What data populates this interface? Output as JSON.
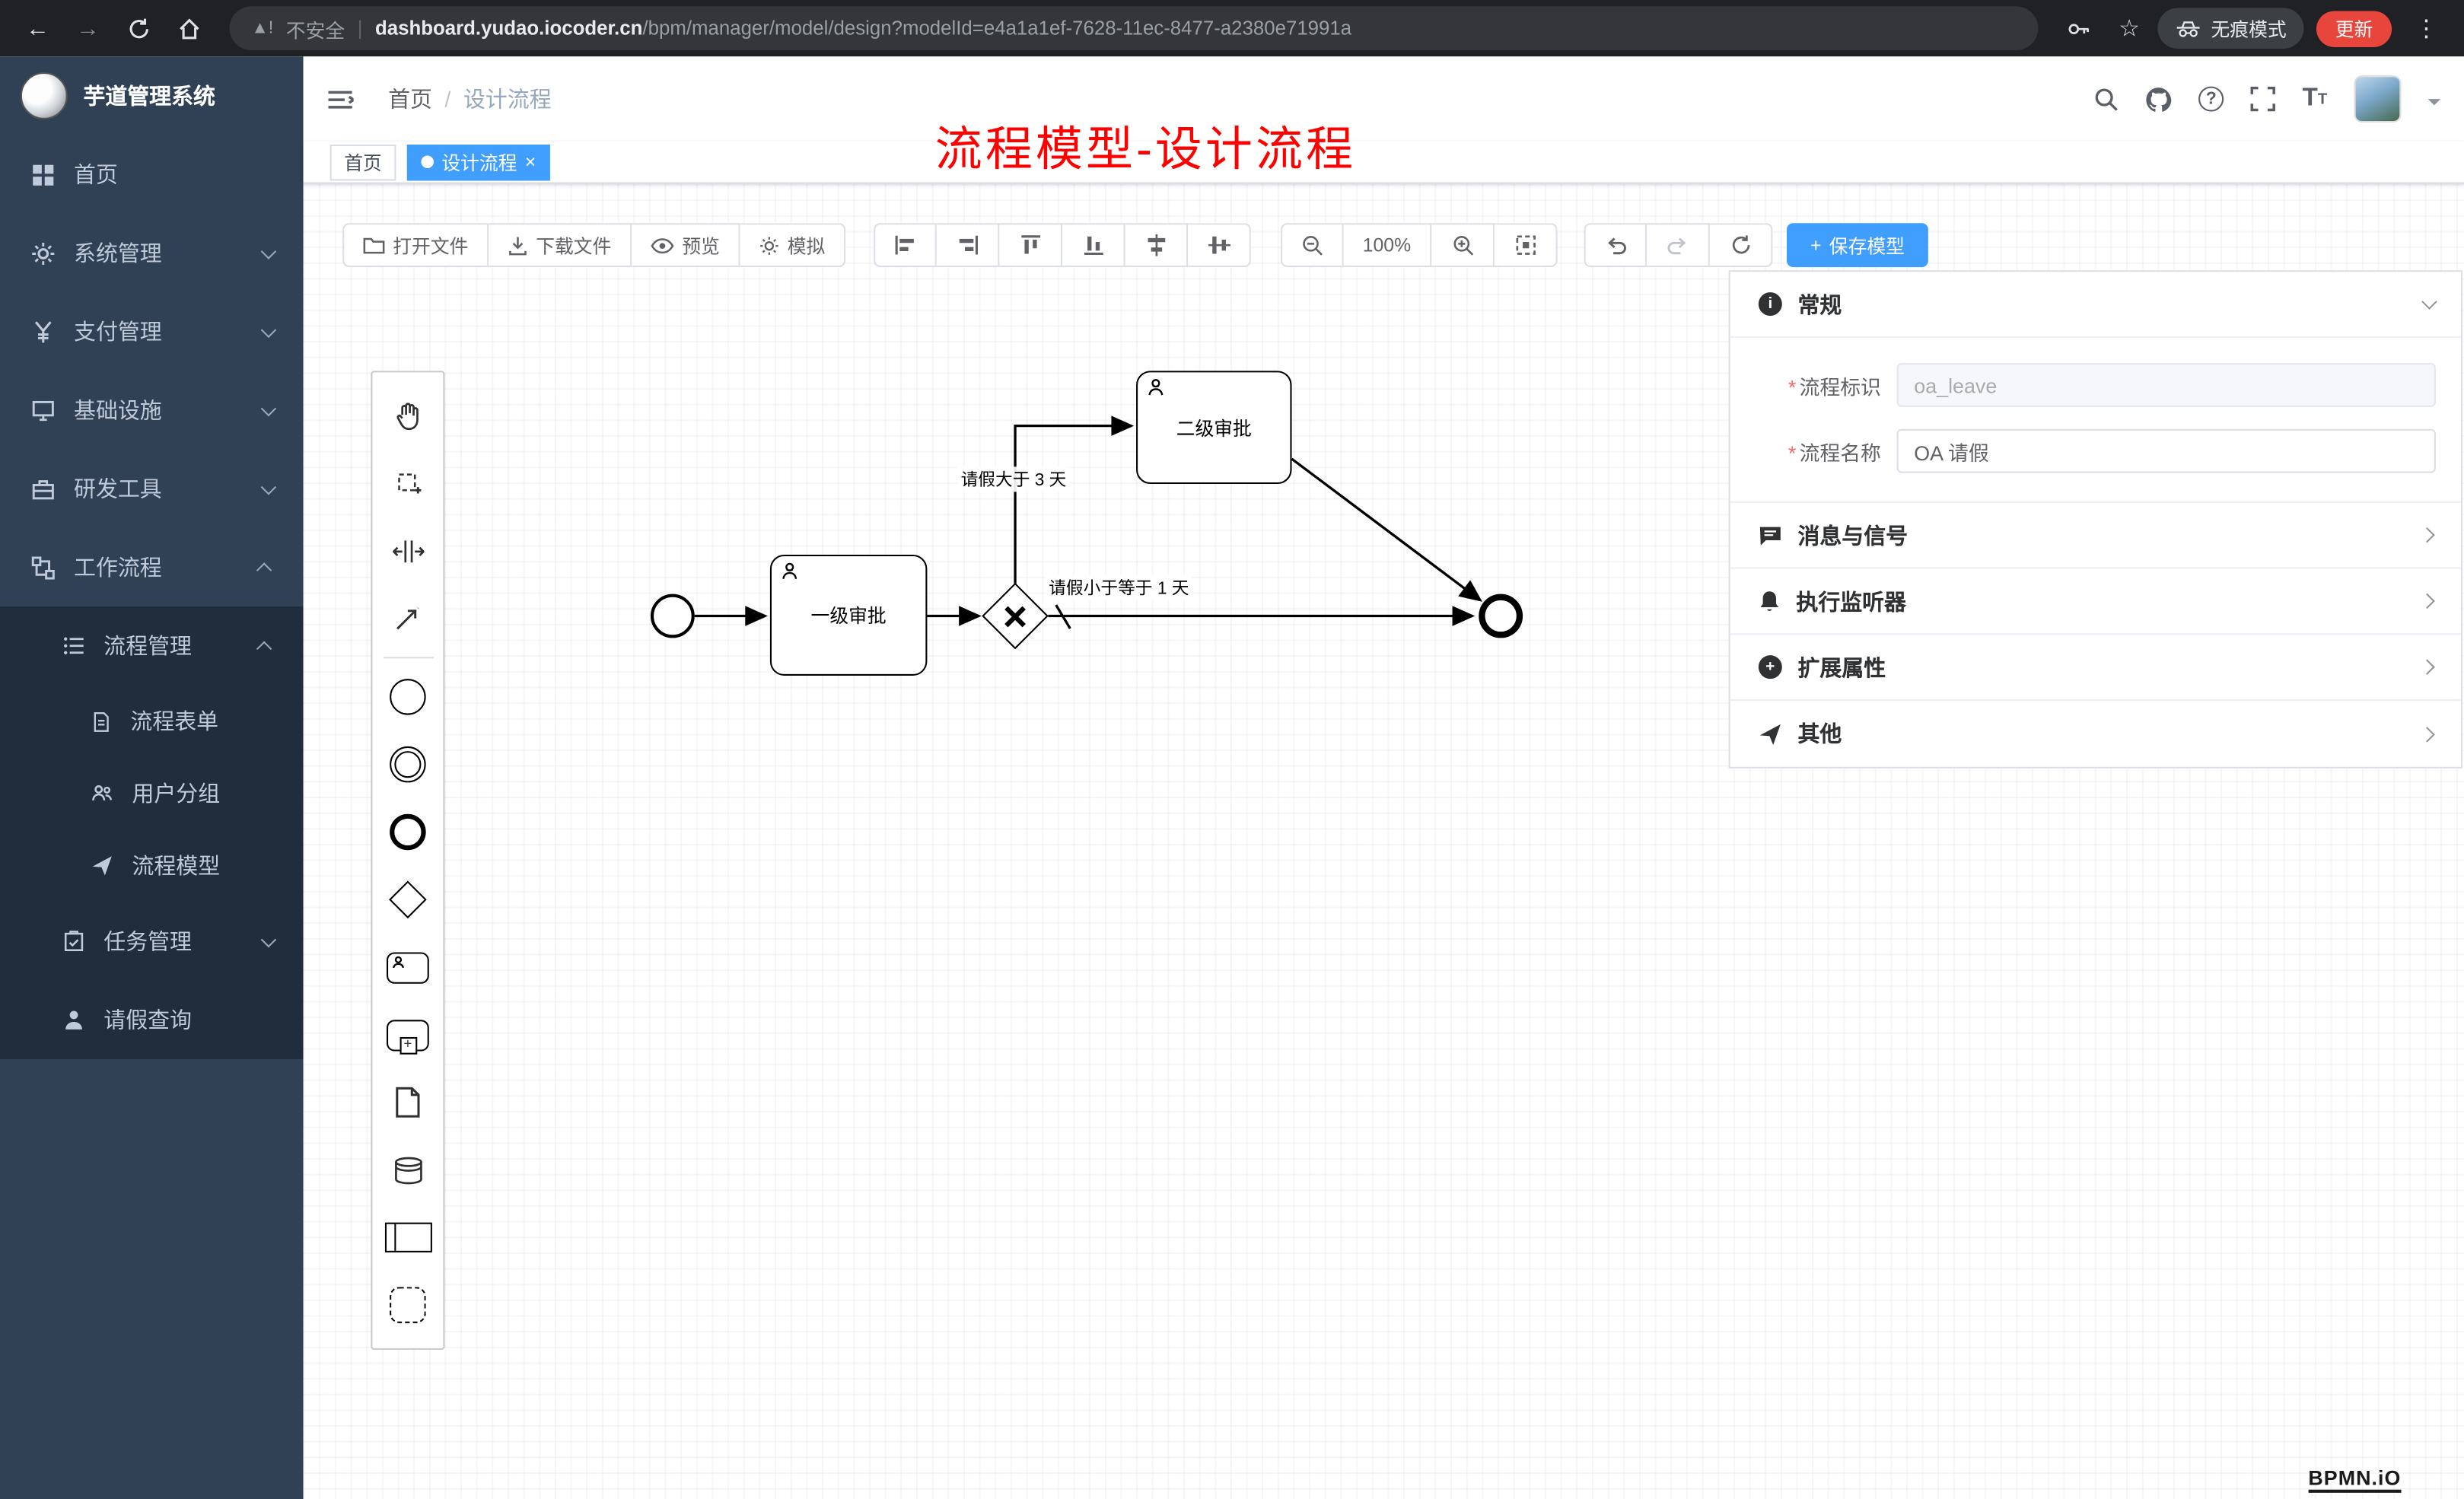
{
  "browser": {
    "security_label": "不安全",
    "url_domain": "dashboard.yudao.iocoder.cn",
    "url_path": "/bpm/manager/model/design?modelId=e4a1a1ef-7628-11ec-8477-a2380e71991a",
    "incognito_label": "无痕模式",
    "update_label": "更新"
  },
  "sidebar": {
    "app_title": "芋道管理系统",
    "items": [
      {
        "label": "首页"
      },
      {
        "label": "系统管理"
      },
      {
        "label": "支付管理"
      },
      {
        "label": "基础设施"
      },
      {
        "label": "研发工具"
      },
      {
        "label": "工作流程"
      },
      {
        "label": "流程管理"
      },
      {
        "label": "流程表单"
      },
      {
        "label": "用户分组"
      },
      {
        "label": "流程模型"
      },
      {
        "label": "任务管理"
      },
      {
        "label": "请假查询"
      }
    ]
  },
  "header": {
    "breadcrumb": [
      "首页",
      "设计流程"
    ],
    "annotation": "流程模型-设计流程"
  },
  "tabs": [
    {
      "label": "首页"
    },
    {
      "label": "设计流程"
    }
  ],
  "toolbar": {
    "open_file": "打开文件",
    "download_file": "下载文件",
    "preview": "预览",
    "simulate": "模拟",
    "zoom_level": "100%",
    "save_model": "保存模型"
  },
  "panel": {
    "sections": {
      "general": "常规",
      "message_signal": "消息与信号",
      "listeners": "执行监听器",
      "ext_props": "扩展属性",
      "other": "其他"
    },
    "fields": {
      "process_key_label": "流程标识",
      "process_key_value": "oa_leave",
      "process_name_label": "流程名称",
      "process_name_value": "OA 请假"
    }
  },
  "diagram": {
    "task1": "一级审批",
    "task2": "二级审批",
    "flow_gt": "请假大于 3 天",
    "flow_le": "请假小于等于 1 天",
    "watermark": "BPMN.iO"
  },
  "colors": {
    "primary": "#409EFF",
    "annotation_red": "#fd0000",
    "sidebar_bg": "#304156",
    "sidebar_sub_bg": "#1f2d3d",
    "chrome_bg": "#202124",
    "update_red": "#e8453c"
  }
}
